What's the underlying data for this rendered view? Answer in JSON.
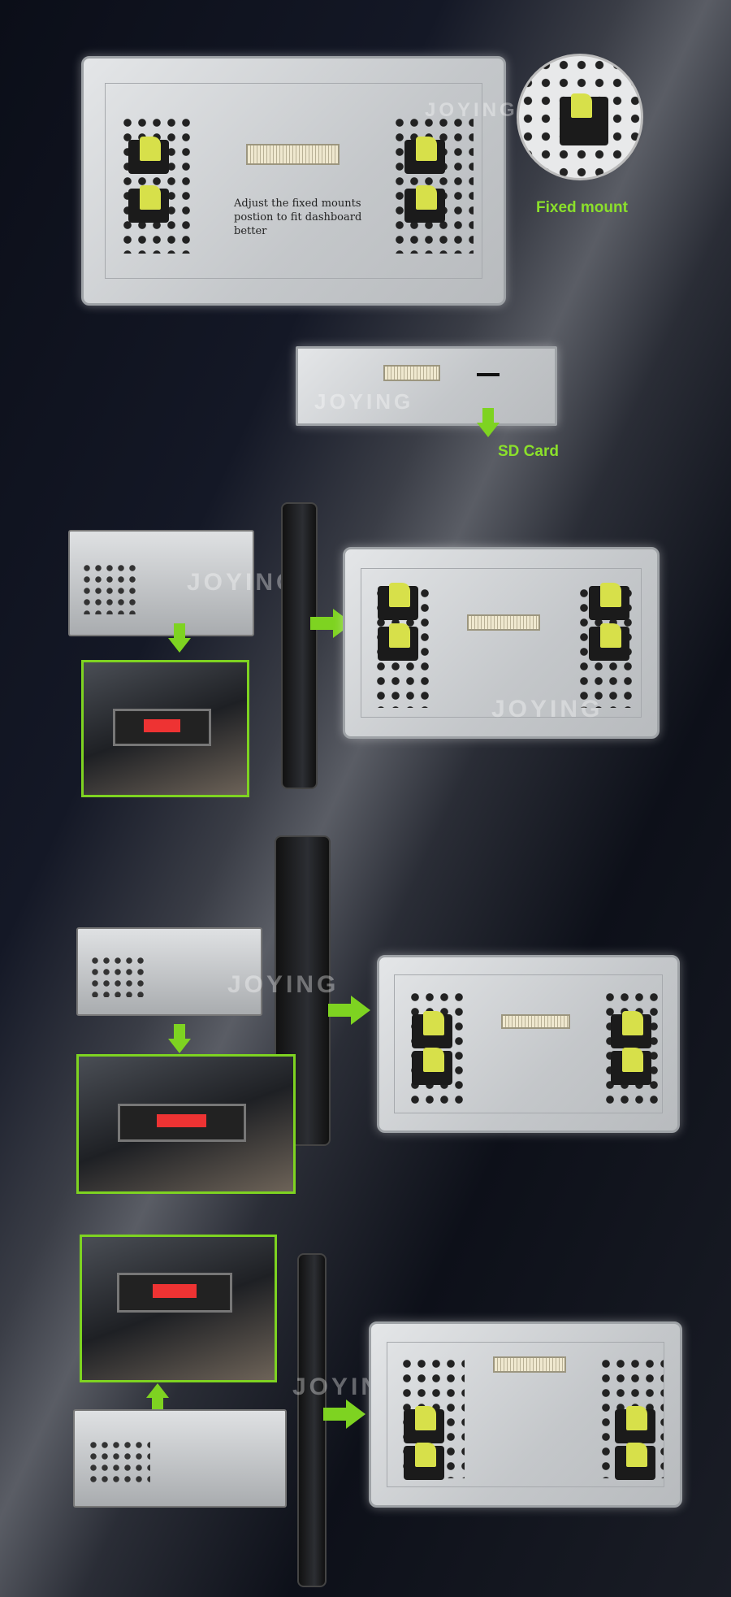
{
  "brand_watermark": "JOYING",
  "labels": {
    "fixed_mount": "Fixed mount",
    "sd_card": "SD Card",
    "adjust_note": "Adjust the fixed mounts postion to fit dashboard better"
  },
  "colors": {
    "accent_green": "#7ed321",
    "mount_yellow": "#d7e04a"
  }
}
